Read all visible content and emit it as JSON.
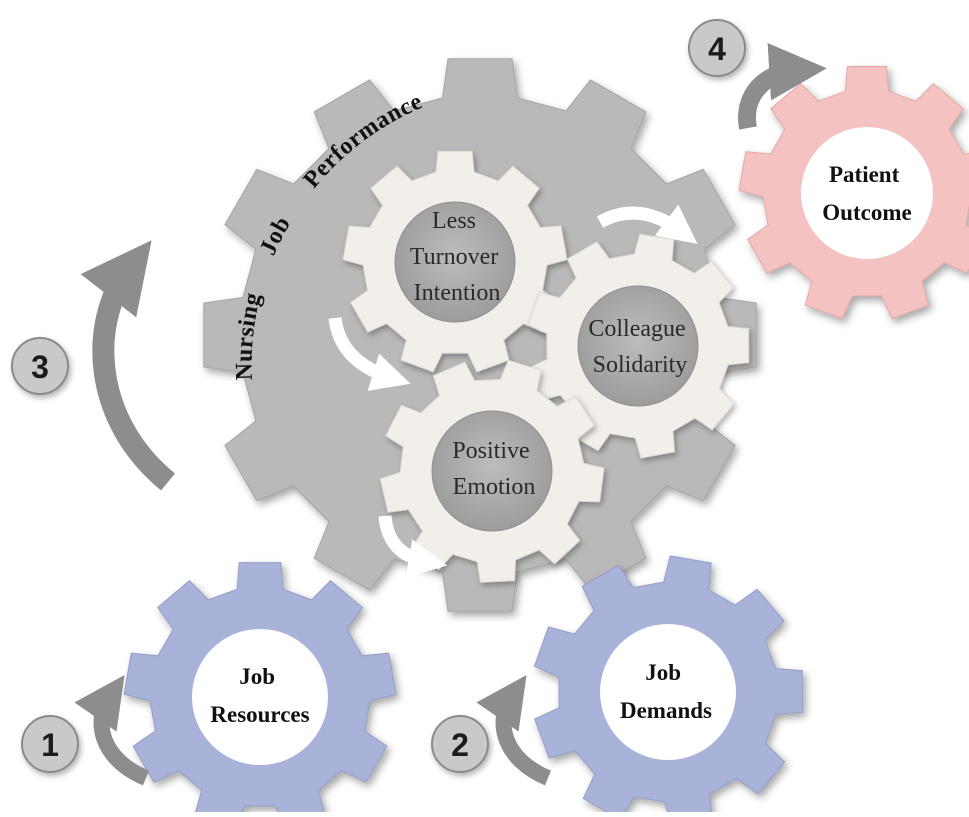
{
  "arc_title": {
    "word1": "Nursing",
    "word2": "Job",
    "word3": "Performance"
  },
  "inner_gears": {
    "turnover": [
      "Less",
      "Turnover",
      "Intention"
    ],
    "solidarity": [
      "Colleague",
      "Solidarity"
    ],
    "emotion": [
      "Positive",
      "Emotion"
    ]
  },
  "outer_gears": {
    "resources": [
      "Job",
      "Resources"
    ],
    "demands": [
      "Job",
      "Demands"
    ],
    "outcome": [
      "Patient",
      "Outcome"
    ]
  },
  "steps": [
    "1",
    "2",
    "3",
    "4"
  ],
  "colors": {
    "main_gear": "#b9b9b9",
    "inner_gear": "#f2efea",
    "resource_gear": "#a9b2d9",
    "outcome_gear": "#f4c2c0",
    "arrow": "#8d8d8d"
  }
}
